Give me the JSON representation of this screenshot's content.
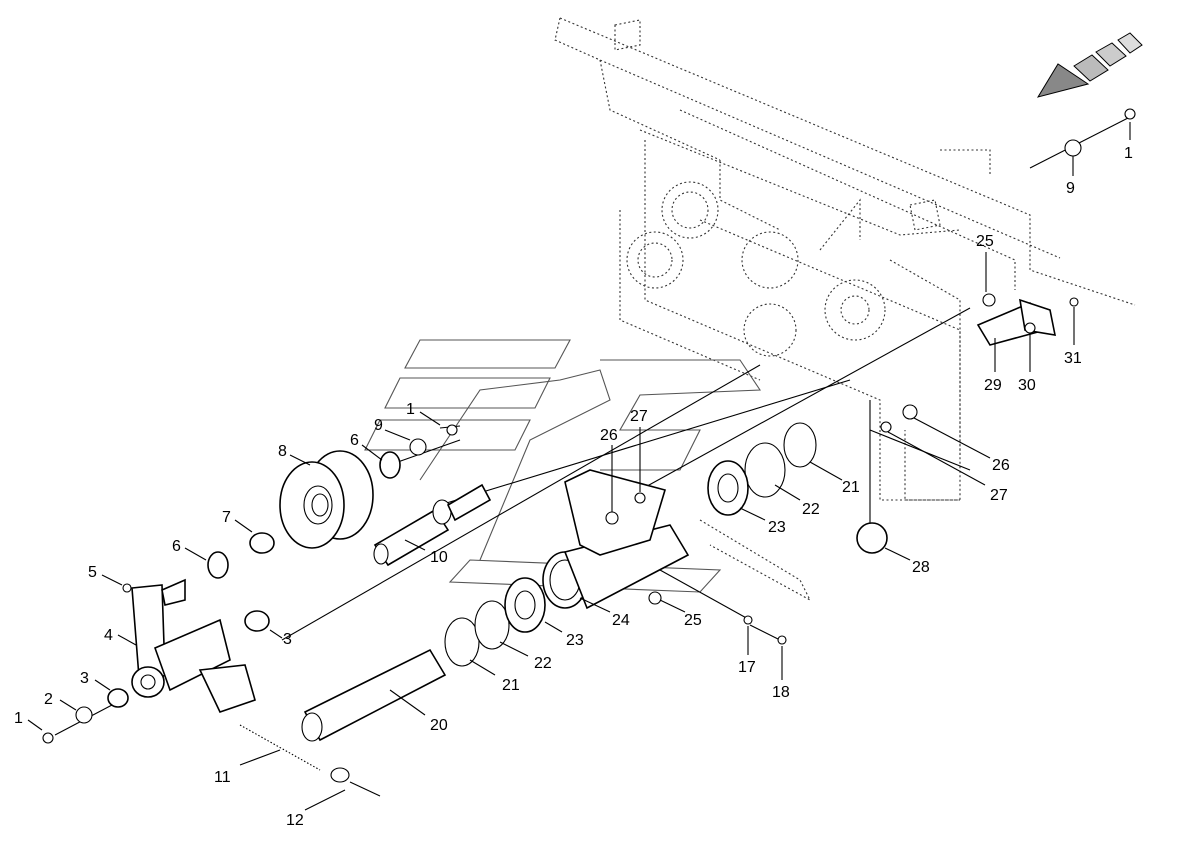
{
  "diagram": {
    "callouts": [
      "1",
      "9",
      "25",
      "29",
      "30",
      "31",
      "26",
      "27",
      "21",
      "22",
      "23",
      "24",
      "25",
      "17",
      "18",
      "28",
      "1",
      "9",
      "6",
      "8",
      "7",
      "6",
      "5",
      "4",
      "3",
      "3",
      "2",
      "1",
      "10",
      "21",
      "22",
      "23",
      "20",
      "11",
      "12",
      "26",
      "27"
    ]
  }
}
